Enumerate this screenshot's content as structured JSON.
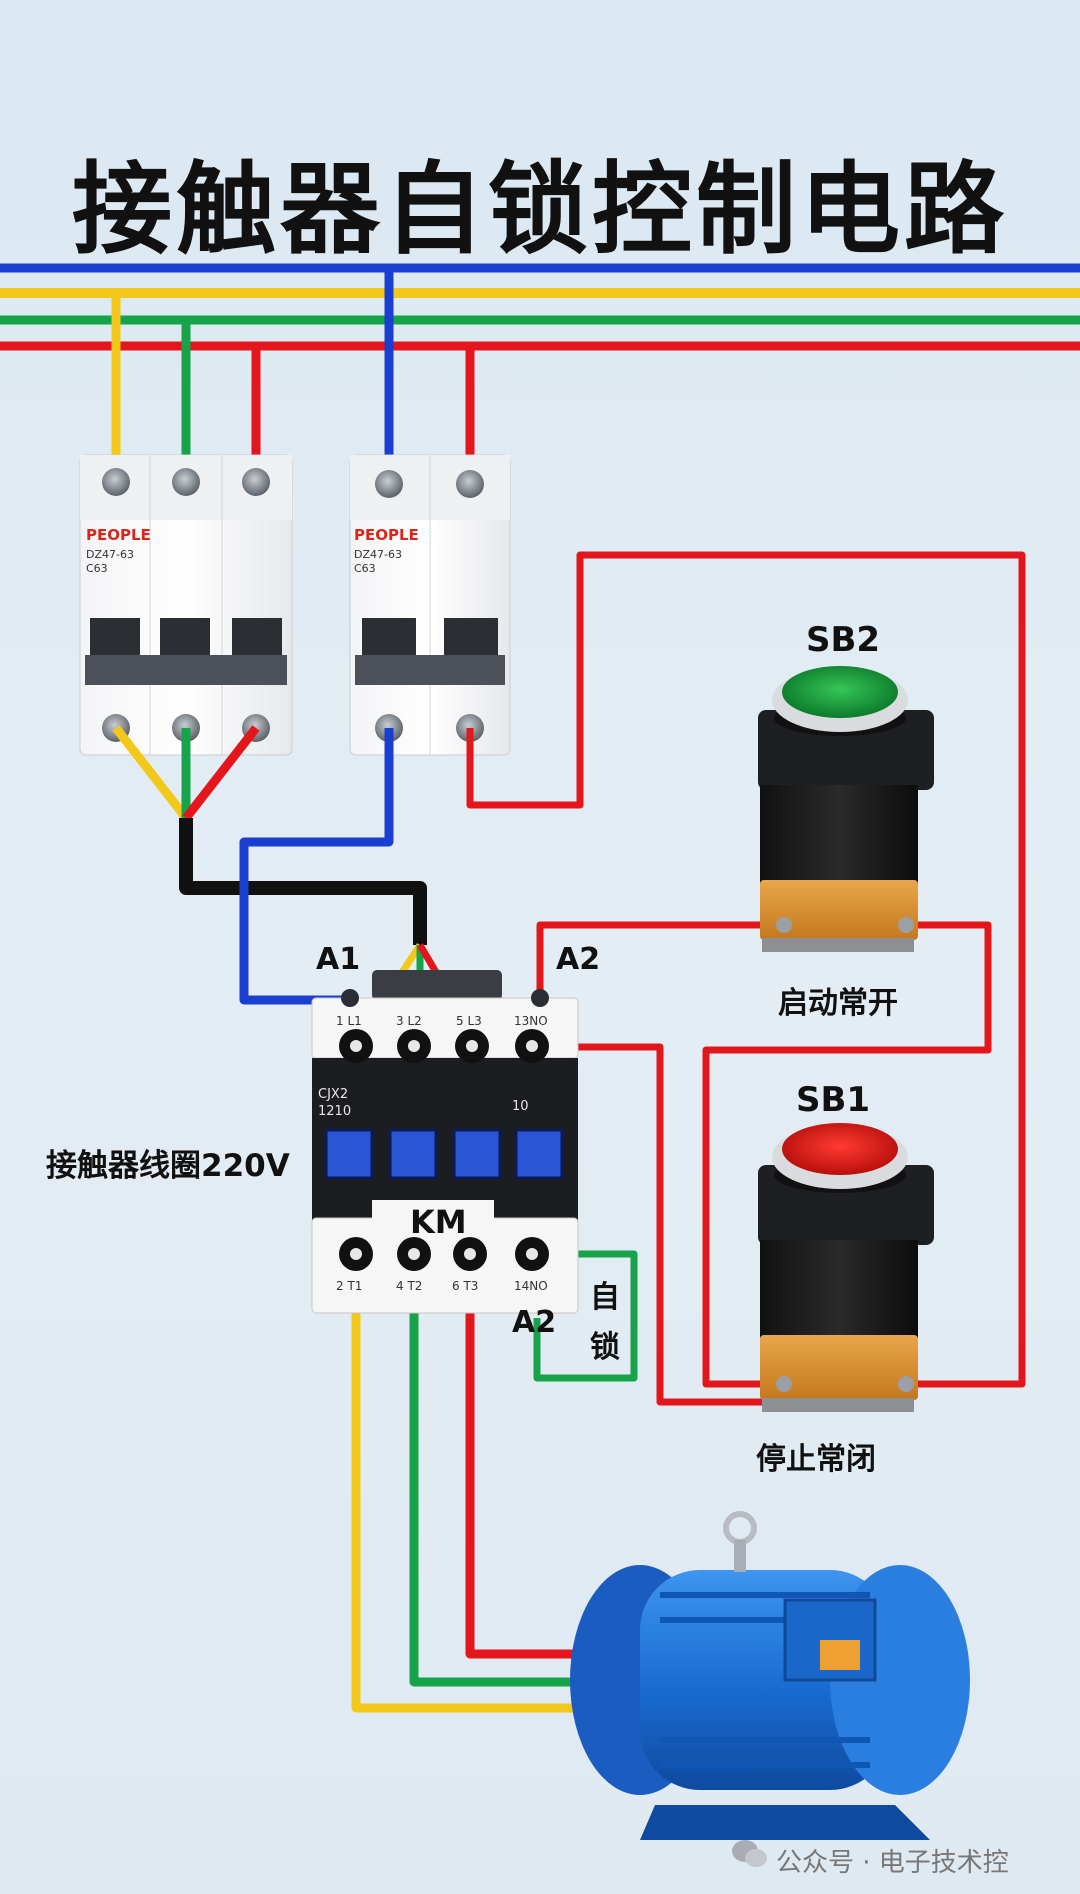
{
  "title": "接触器自锁控制电路",
  "breaker3": {
    "brand": "PEOPLE",
    "model": "DZ47-63",
    "rating": "C63"
  },
  "breaker2": {
    "brand": "PEOPLE",
    "model": "DZ47-63",
    "rating": "C63"
  },
  "sb2": {
    "name": "SB2",
    "caption": "启动常开",
    "color": "#1f9a3a"
  },
  "sb1": {
    "name": "SB1",
    "caption": "停止常闭",
    "color": "#e0201c"
  },
  "contactor": {
    "model_line1": "CJX2",
    "model_line2": "1210",
    "aux_label": "10",
    "name": "KM",
    "top_terminals": [
      "1 L1",
      "3 L2",
      "5 L3",
      "13NO"
    ],
    "bottom_terminals": [
      "2 T1",
      "4 T2",
      "6 T3",
      "14NO"
    ]
  },
  "labels": {
    "a1": "A1",
    "a2_top": "A2",
    "a2_bottom": "A2",
    "coil": "接触器线圈220V",
    "self_lock_1": "自",
    "self_lock_2": "锁"
  },
  "watermark": "公众号 · 电子技术控",
  "colors": {
    "wire_blue": "#1a3fd0",
    "wire_yellow": "#f2c81a",
    "wire_green": "#17a34a",
    "wire_red": "#e3161c",
    "wire_black": "#111111",
    "motor_blue": "#1e73d6"
  }
}
